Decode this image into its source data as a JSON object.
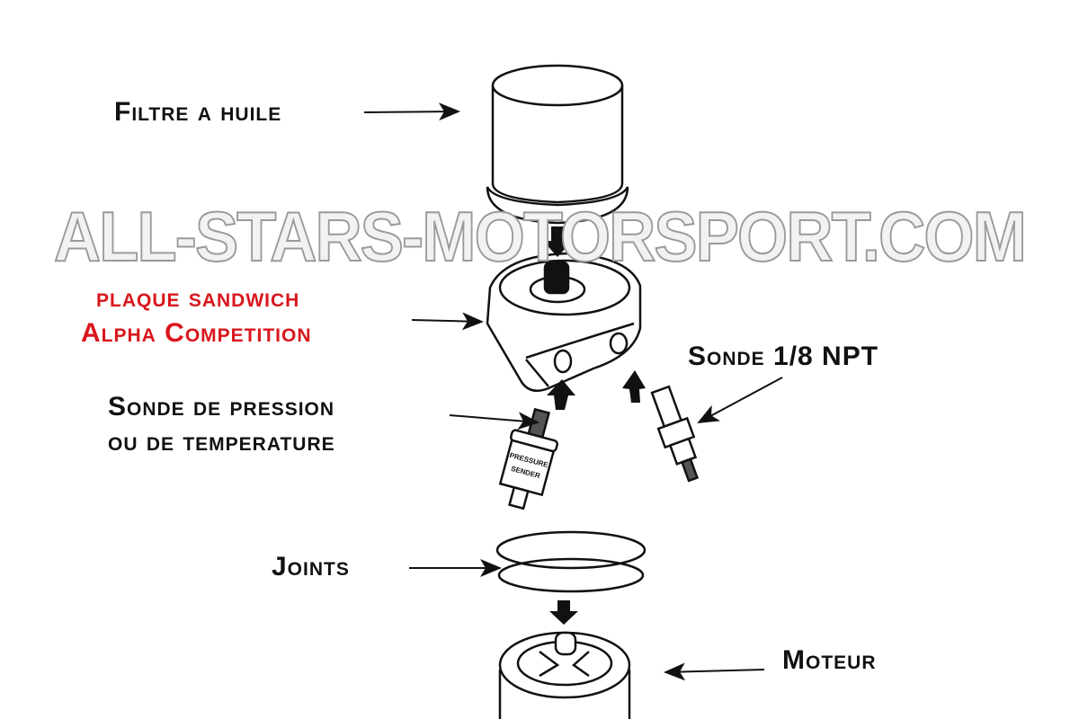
{
  "labels": {
    "oil_filter": "Filtre a huile",
    "sandwich_line1": "plaque sandwich",
    "sandwich_line2": "Alpha Competition",
    "npt_sensor": "Sonde 1/8 NPT",
    "pressure_line1": "Sonde de pression",
    "pressure_line2": "ou de temperature",
    "gaskets": "Joints",
    "engine": "Moteur"
  },
  "sender_text": [
    "PRESSURE",
    "SENDER"
  ],
  "watermark": "ALL-STARS-MOTORSPORT.COM",
  "colors": {
    "accent_red": "#d9161c",
    "line": "#111111"
  }
}
